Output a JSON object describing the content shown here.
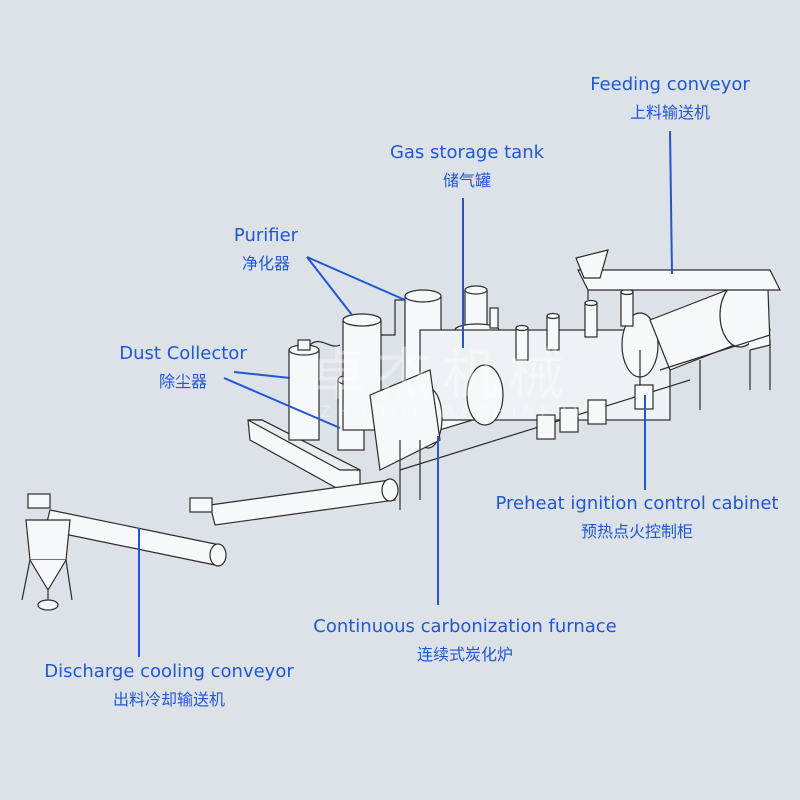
{
  "colors": {
    "background": "#dde2e8",
    "label": "#1f57d6",
    "machine_fill": "#f6f8fb",
    "machine_stroke": "#2b2b2b"
  },
  "labels": {
    "feeding": {
      "en": "Feeding conveyor",
      "zh": "上料输送机"
    },
    "gas_tank": {
      "en": "Gas storage tank",
      "zh": "储气罐"
    },
    "purifier": {
      "en": "Purifier",
      "zh": "净化器"
    },
    "dust": {
      "en": "Dust Collector",
      "zh": "除尘器"
    },
    "preheat": {
      "en": "Preheat ignition control cabinet",
      "zh": "预热点火控制柜"
    },
    "furnace": {
      "en": "Continuous carbonization furnace",
      "zh": "连续式炭化炉"
    },
    "discharge": {
      "en": "Discharge cooling conveyor",
      "zh": "出料冷却输送机"
    }
  },
  "watermark": {
    "main": "卓杰机械",
    "sub": "ZHUOJIE MACHINERY"
  }
}
